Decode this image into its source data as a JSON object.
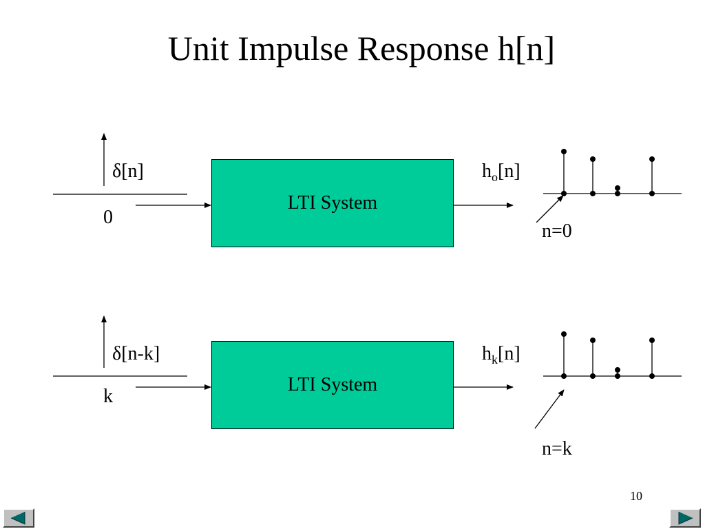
{
  "slide": {
    "title": "Unit Impulse Response h[n]",
    "page_number": "10"
  },
  "top_row": {
    "input_label": "δ[n]",
    "input_position": "0",
    "system_label": "LTI System",
    "output_label_base": "h",
    "output_label_sub": "o",
    "output_label_rest": "[n]",
    "annotation": "n=0"
  },
  "bottom_row": {
    "input_label": "δ[n-k]",
    "input_position": "k",
    "system_label": "LTI System",
    "output_label_base": "h",
    "output_label_sub": "k",
    "output_label_rest": "[n]",
    "annotation": "n=k"
  },
  "navigation": {
    "prev_icon": "triangle-left-icon",
    "next_icon": "triangle-right-icon",
    "arrow_color": "#006666",
    "button_color": "#c0c0c0"
  },
  "colors": {
    "system_box": "#00cc99"
  }
}
